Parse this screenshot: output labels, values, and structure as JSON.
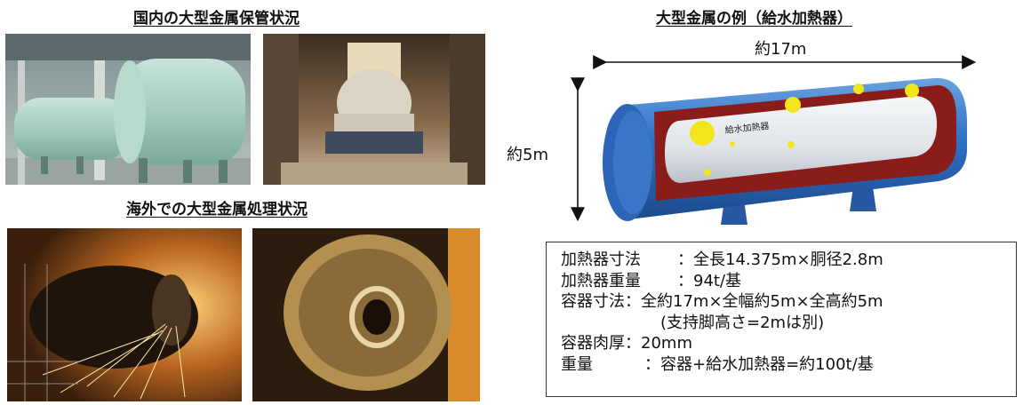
{
  "titles": {
    "domestic": "国内の大型金属保管状況",
    "overseas": "海外での大型金属処理状況",
    "example": "大型金属の例（給水加熱器）"
  },
  "heater": {
    "length_label": "約17m",
    "height_label": "約5m",
    "body_label": "給水加熱器"
  },
  "specs": [
    {
      "key": "加熱器寸法",
      "value": "：全長14.375m×胴径2.8m"
    },
    {
      "key": "加熱器重量",
      "value": "：94t/基"
    },
    {
      "key": "容器寸法",
      "value": "：全約17m×全幅約5m×全高約5m"
    },
    {
      "key": "",
      "value": "(支持脚高さ=2mは別)"
    },
    {
      "key": "容器肉厚",
      "value": "：20mm"
    },
    {
      "key": "重量",
      "value": "：容器+給水加熱器=約100t/基"
    }
  ],
  "colors": {
    "vessel_blue": "#2f6fc4",
    "heater_white": "#e8ecef",
    "yellow_port": "#f1e61b",
    "storage_green": "#a9cfc2"
  }
}
